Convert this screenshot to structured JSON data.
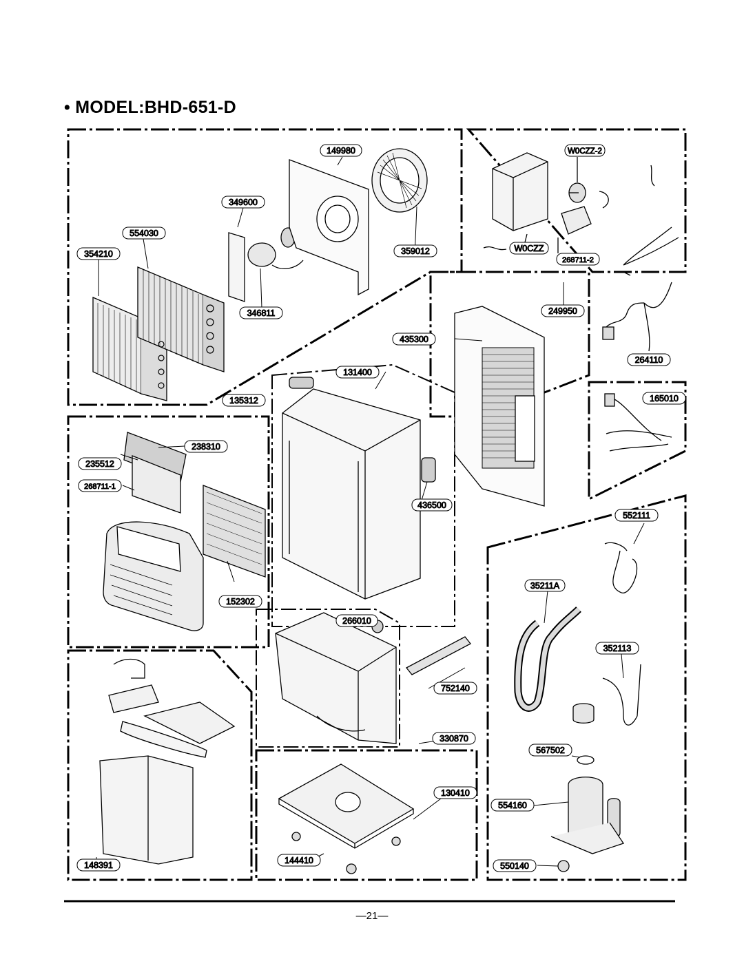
{
  "title": "• MODEL:BHD-651-D",
  "page_number": "—21—",
  "part_labels": {
    "p149980": "149980",
    "p349600": "349600",
    "p554030": "554030",
    "p354210": "354210",
    "p359012": "359012",
    "p346811": "346811",
    "pW0CZZ2": "W0CZZ-2",
    "pW0CZZ": "W0CZZ",
    "p268711_2": "268711-2",
    "p249950": "249950",
    "p435300": "435300",
    "p131400": "131400",
    "p264110": "264110",
    "p135312": "135312",
    "p238310": "238310",
    "p235512": "235512",
    "p268711_1": "268711-1",
    "p165010": "165010",
    "p436500": "436500",
    "p552111": "552111",
    "p35211A": "35211A",
    "p152302": "152302",
    "p266010": "266010",
    "p352113": "352113",
    "p752140": "752140",
    "p330870": "330870",
    "p567502": "567502",
    "p130410": "130410",
    "p554160": "554160",
    "p148391": "148391",
    "p144410": "144410",
    "p550140": "550140"
  }
}
